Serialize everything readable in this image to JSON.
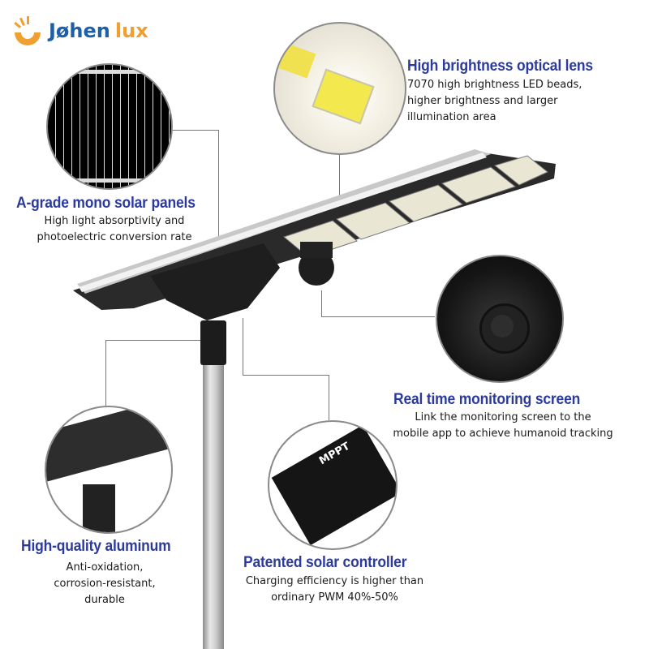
{
  "brand": {
    "name_part1": "Jøhen",
    "name_part2": "lux",
    "colors": {
      "blue": "#1f5fa8",
      "orange": "#f0a030"
    }
  },
  "colors": {
    "headline": "#2b3a9c",
    "body_text": "#1a1a1a",
    "leader_line": "#777777"
  },
  "features": [
    {
      "id": "solar",
      "title": "A-grade mono solar panels",
      "lines": [
        "High light absorptivity and",
        "photoelectric conversion rate"
      ],
      "image": "solar-cell-closeup"
    },
    {
      "id": "lens",
      "title": "High brightness optical lens",
      "lines": [
        "7070 high brightness LED beads,",
        "higher brightness and larger",
        "illumination area"
      ],
      "image": "led-bead-closeup"
    },
    {
      "id": "camera",
      "title": "Real time monitoring screen",
      "lines": [
        "Link the monitoring screen to the",
        "mobile app to achieve humanoid tracking"
      ],
      "image": "ptz-camera-closeup"
    },
    {
      "id": "aluminum",
      "title": "High-quality aluminum",
      "lines": [
        "Anti-oxidation,",
        "corrosion-resistant,",
        "durable"
      ],
      "image": "aluminum-bracket-closeup"
    },
    {
      "id": "controller",
      "title": "Patented solar controller",
      "lines": [
        "Charging efficiency is higher than",
        "ordinary PWM 40%-50%"
      ],
      "image": "mppt-controller-closeup"
    }
  ],
  "controller_label": "MPPT"
}
